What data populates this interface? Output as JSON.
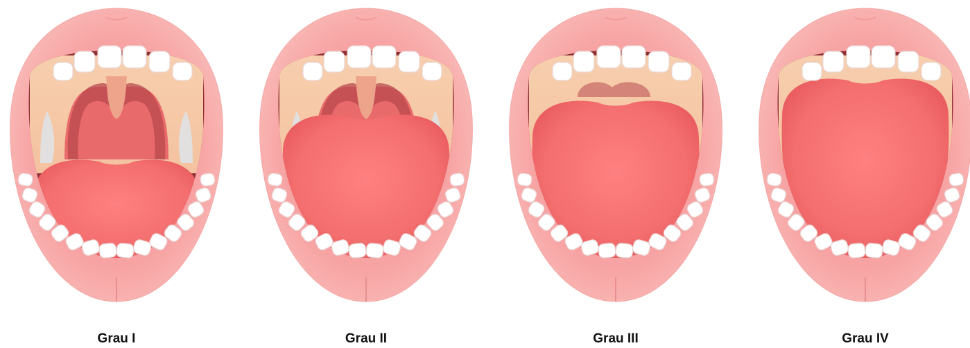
{
  "figure": {
    "panels": [
      {
        "label": "Grau I",
        "tongue_coverage": "none"
      },
      {
        "label": "Grau II",
        "tongue_coverage": "low"
      },
      {
        "label": "Grau III",
        "tongue_coverage": "high"
      },
      {
        "label": "Grau IV",
        "tongue_coverage": "full"
      }
    ]
  },
  "colors": {
    "lips": "#f7a3a3",
    "lips_inner": "#f29494",
    "mouth_cavity": "#8f2f35",
    "tongue": "#f46f6f",
    "palate": "#f4c2a0",
    "uvula": "#eea48a",
    "teeth": "#ffffff"
  }
}
